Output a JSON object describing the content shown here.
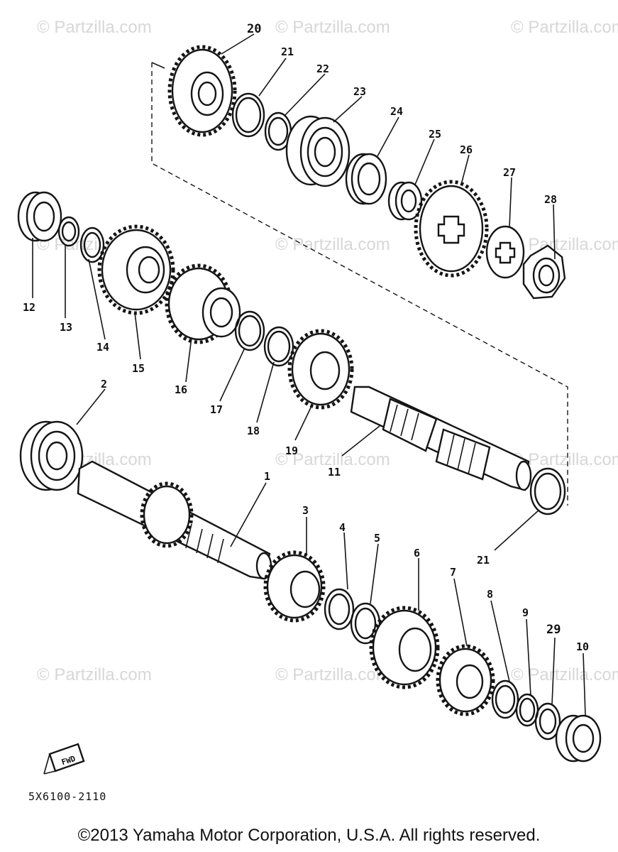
{
  "watermark": "© Partzilla.com",
  "diagram_code": "5X6100-2110",
  "copyright": "©2013 Yamaha Motor Corporation, U.S.A. All rights reserved.",
  "fwd_icon_label": "FWD",
  "parts": [
    {
      "id": "1",
      "label": "1"
    },
    {
      "id": "2",
      "label": "2"
    },
    {
      "id": "3",
      "label": "3"
    },
    {
      "id": "4",
      "label": "4"
    },
    {
      "id": "5",
      "label": "5"
    },
    {
      "id": "6",
      "label": "6"
    },
    {
      "id": "7",
      "label": "7"
    },
    {
      "id": "8",
      "label": "8"
    },
    {
      "id": "9",
      "label": "9"
    },
    {
      "id": "10",
      "label": "10"
    },
    {
      "id": "11",
      "label": "11"
    },
    {
      "id": "12",
      "label": "12"
    },
    {
      "id": "13",
      "label": "13"
    },
    {
      "id": "14",
      "label": "14"
    },
    {
      "id": "15",
      "label": "15"
    },
    {
      "id": "16",
      "label": "16"
    },
    {
      "id": "17",
      "label": "17"
    },
    {
      "id": "18",
      "label": "18"
    },
    {
      "id": "19",
      "label": "19"
    },
    {
      "id": "20",
      "label": "20"
    },
    {
      "id": "21a",
      "label": "21"
    },
    {
      "id": "21b",
      "label": "21"
    },
    {
      "id": "22",
      "label": "22"
    },
    {
      "id": "23",
      "label": "23"
    },
    {
      "id": "24",
      "label": "24"
    },
    {
      "id": "25",
      "label": "25"
    },
    {
      "id": "26",
      "label": "26"
    },
    {
      "id": "27",
      "label": "27"
    },
    {
      "id": "28",
      "label": "28"
    },
    {
      "id": "29",
      "label": "29"
    }
  ]
}
